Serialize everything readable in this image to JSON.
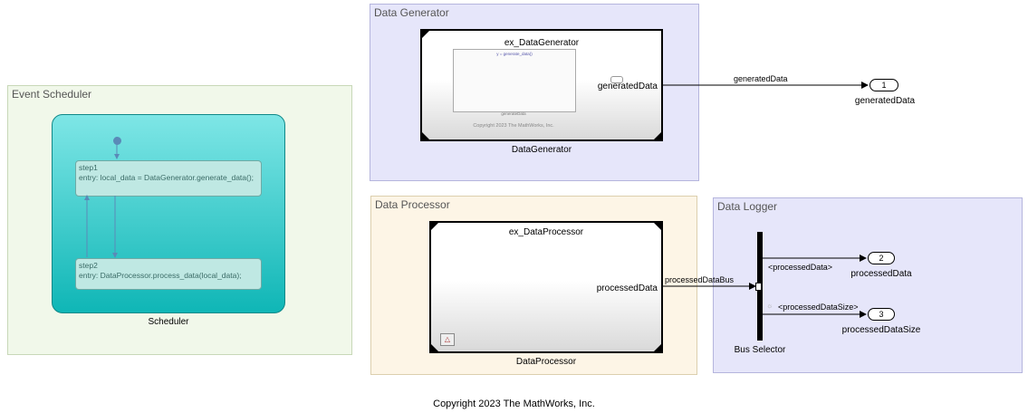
{
  "areas": {
    "generator": "Data Generator",
    "scheduler": "Event Scheduler",
    "processor": "Data Processor",
    "logger": "Data Logger"
  },
  "generator_block": {
    "model_name": "ex_DataGenerator",
    "inner_function": "y = generate_data()",
    "inner_caption": "generateData",
    "inner_copyright": "Copyright 2023 The MathWorks, Inc.",
    "port": "generatedData",
    "label": "DataGenerator"
  },
  "scheduler_block": {
    "state1_name": "step1",
    "state1_action": "entry: local_data = DataGenerator.generate_data();",
    "state2_name": "step2",
    "state2_action": "entry: DataProcessor.process_data(local_data);",
    "label": "Scheduler"
  },
  "processor_block": {
    "model_name": "ex_DataProcessor",
    "port": "processedData",
    "label": "DataProcessor"
  },
  "signals": {
    "generated": "generatedData",
    "bus": "processedDataBus",
    "selected1": "<processedData>",
    "selected2": "<processedDataSize>"
  },
  "outports": [
    {
      "number": "1",
      "name": "generatedData"
    },
    {
      "number": "2",
      "name": "processedData"
    },
    {
      "number": "3",
      "name": "processedDataSize"
    }
  ],
  "bus_selector": {
    "label": "Bus Selector"
  },
  "footer": {
    "copyright": "Copyright 2023 The MathWorks, Inc."
  },
  "colors": {
    "generator_area": "#e6e6fa",
    "scheduler_area": "#f1f8ea",
    "processor_area": "#fdf5e6",
    "logger_area": "#e6e6fa",
    "chart_fill": "#0fb6b6"
  }
}
